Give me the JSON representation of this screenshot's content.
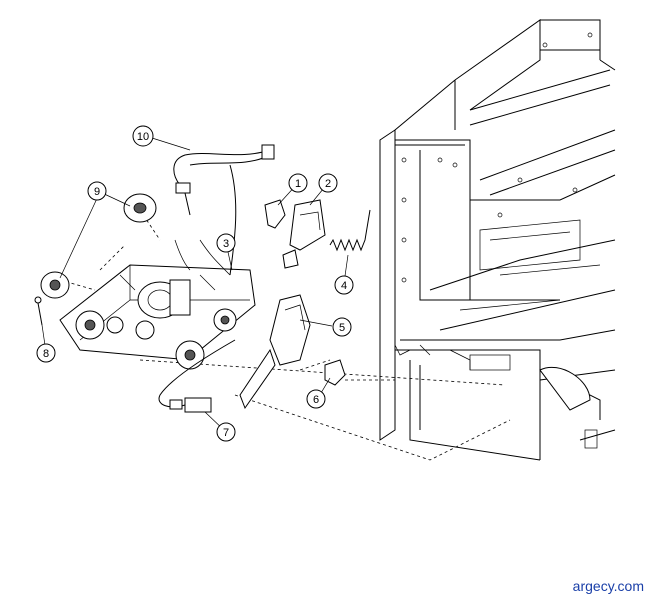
{
  "callouts": [
    {
      "id": 1,
      "label": "1"
    },
    {
      "id": 2,
      "label": "2"
    },
    {
      "id": 3,
      "label": "3"
    },
    {
      "id": 4,
      "label": "4"
    },
    {
      "id": 5,
      "label": "5"
    },
    {
      "id": 6,
      "label": "6"
    },
    {
      "id": 7,
      "label": "7"
    },
    {
      "id": 8,
      "label": "8"
    },
    {
      "id": 9,
      "label": "9"
    },
    {
      "id": 10,
      "label": "10"
    }
  ],
  "watermark": "argecy.com"
}
